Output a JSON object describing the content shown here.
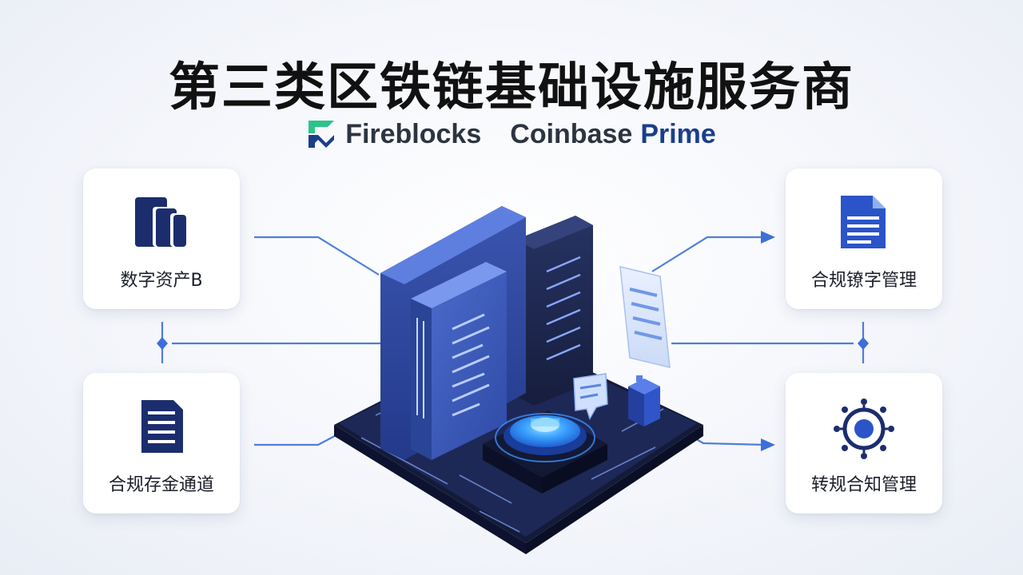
{
  "title": "第三类区铁链基础设施服务商",
  "brands": {
    "fireblocks": "Fireblocks",
    "coinbase": "Coinbase",
    "prime": "Prime"
  },
  "cards": [
    {
      "label": "数字资产B",
      "icon": "folder-stack-icon"
    },
    {
      "label": "合规存金通道",
      "icon": "document-icon"
    },
    {
      "label": "合规镣字管理",
      "icon": "file-document-icon"
    },
    {
      "label": "转规合知管理",
      "icon": "gear-node-icon"
    }
  ],
  "colors": {
    "navy": "#1c2d6e",
    "accent": "#3d6fd9",
    "platform": "#1f2a55",
    "glow": "#49b6ff",
    "fireblocks_green": "#2bc48a"
  }
}
